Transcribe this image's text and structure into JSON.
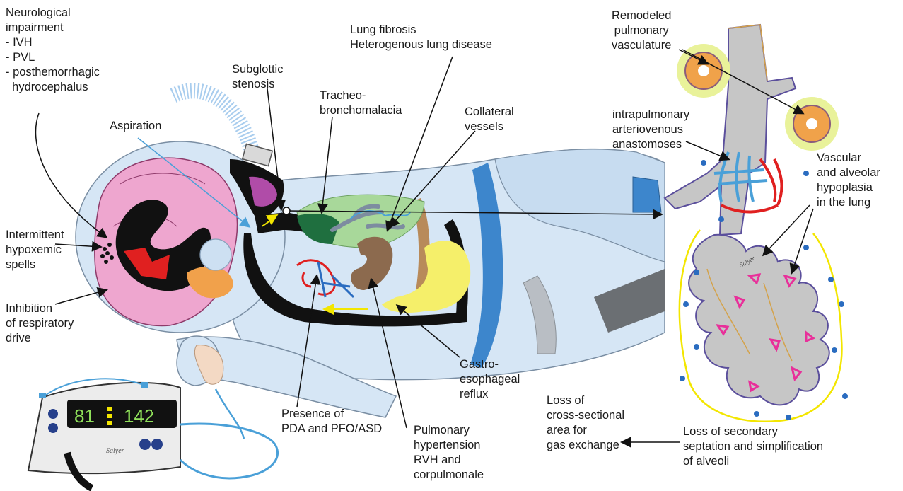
{
  "labels": {
    "neuro": "Neurological\nimpairment\n- IVH\n- PVL\n- posthemorrhagic\n  hydrocephalus",
    "aspiration": "Aspiration",
    "subglottic": "Subglottic\nstenosis",
    "tracheo": "Tracheo-\nbronchomalacia",
    "lung_fibrosis": "Lung fibrosis\nHeterogenous lung disease",
    "collateral": "Collateral\nvessels",
    "intermittent": "Intermittent\nhypoxemic\nspells",
    "inhibition": "Inhibition\nof respiratory\ndrive",
    "presence": "Presence of\nPDA and PFO/ASD",
    "pulm_htn": "Pulmonary\nhypertension\nRVH and\ncorpulmonale",
    "gastro": "Gastro-\nesophageal\nreflux",
    "remodeled": "Remodeled\npulmonary\nvasculature",
    "intrapulm": "intrapulmonary\narteriovenous\nanastomoses",
    "vascular_hypo": "Vascular\nand alveolar\nhypoplasia\nin the lung",
    "loss_cross": "Loss of\ncross-sectional\narea for\ngas exchange",
    "loss_secondary": "Loss of secondary\nseptation and simplification\nof alveoli"
  },
  "monitor": {
    "spo2": "81",
    "heart_rate": "142"
  },
  "signature": "Salyer",
  "colors": {
    "skin": "#d6e6f5",
    "airway": "#111111",
    "brain": "#e98fc3",
    "lung_green": "#9fd48a",
    "alveoli": "#c8c8c8",
    "arrow": "#111111"
  }
}
